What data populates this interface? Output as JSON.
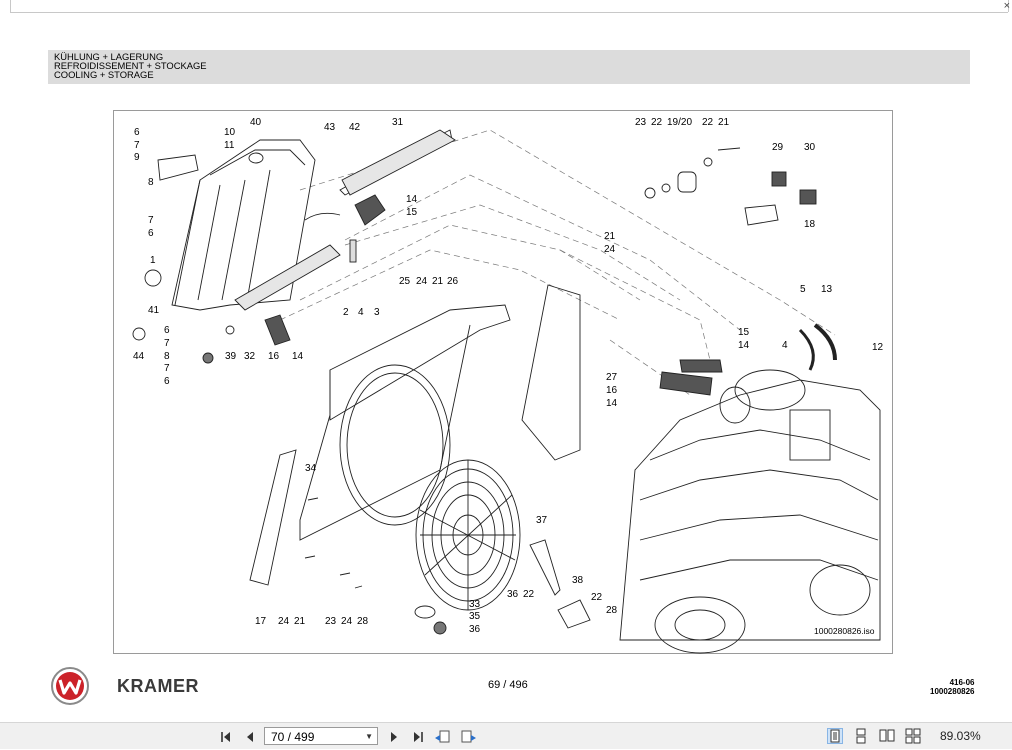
{
  "window": {
    "close_glyph": "×"
  },
  "header": {
    "lines": [
      "KÜHLUNG + LAGERUNG",
      "REFROIDISSEMENT + STOCKAGE",
      "COOLING + STORAGE"
    ]
  },
  "drawing": {
    "callouts": [
      "6",
      "10",
      "7",
      "11",
      "9",
      "8",
      "40",
      "43",
      "42",
      "31",
      "7",
      "6",
      "1",
      "41",
      "44",
      "6",
      "7",
      "8",
      "7",
      "6",
      "39",
      "32",
      "16",
      "14",
      "14",
      "15",
      "2",
      "4",
      "3",
      "25",
      "24",
      "21",
      "26",
      "23",
      "22",
      "19/20",
      "22",
      "21",
      "29",
      "30",
      "18",
      "21",
      "24",
      "5",
      "13",
      "15",
      "14",
      "4",
      "12",
      "27",
      "16",
      "14",
      "34",
      "17",
      "24",
      "21",
      "23",
      "24",
      "28",
      "33",
      "35",
      "36",
      "37",
      "36",
      "22",
      "38",
      "22",
      "28"
    ],
    "reference_number": "1000280826.iso"
  },
  "footer": {
    "brand": "KRAMER",
    "page_indicator": "69 / 496",
    "doc_code_line1": "416-06",
    "doc_code_line2": "1000280826"
  },
  "toolbar": {
    "page_value": "70 / 499",
    "zoom": "89.03%",
    "icons": [
      "first-page-icon",
      "prev-page-icon",
      "next-page-icon",
      "last-page-icon",
      "go-back-icon",
      "go-forward-icon",
      "single-page-view-icon",
      "continuous-view-icon",
      "facing-view-icon",
      "continuous-facing-view-icon"
    ]
  },
  "colors": {
    "header_band": "#dcdcdc",
    "logo_red": "#cc2229",
    "brand_gray": "#3a3a3a",
    "toolbar_bg": "#f0f0f0"
  }
}
